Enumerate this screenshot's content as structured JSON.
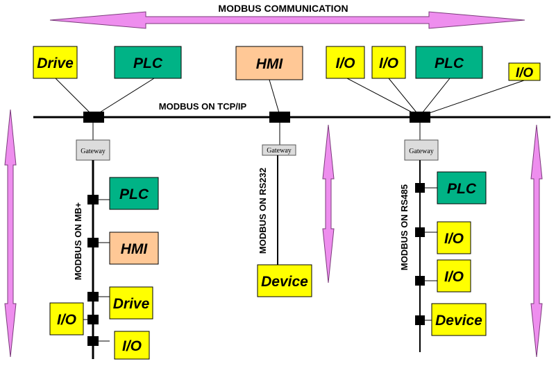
{
  "title": "MODBUS COMMUNICATION",
  "colors": {
    "device_yellow": "#FFFF00",
    "plc_green": "#00B386",
    "hmi_peach": "#FFC896",
    "arrow_pink": "#EE8EEE",
    "arrow_stroke": "#7A3A7A",
    "gateway_gray": "#DCDCDC",
    "line": "#000000"
  },
  "bus_labels": {
    "tcpip": "MODBUS ON TCP/IP",
    "mbplus": "MODBUS ON MB+",
    "rs232": "MODBUS ON RS232",
    "rs485": "MODBUS ON RS485"
  },
  "gateways": {
    "left": "Gateway",
    "middle": "Gateway",
    "right": "Gateway"
  },
  "top_devices": {
    "drive": "Drive",
    "plc_left": "PLC",
    "hmi": "HMI",
    "io_1": "I/O",
    "io_2": "I/O",
    "plc_right": "PLC",
    "io_3": "I/O"
  },
  "mbplus_devices": {
    "plc": "PLC",
    "hmi": "HMI",
    "drive": "Drive",
    "io_left": "I/O",
    "io_bottom": "I/O"
  },
  "rs232_devices": {
    "device": "Device"
  },
  "rs485_devices": {
    "plc": "PLC",
    "io_1": "I/O",
    "io_2": "I/O",
    "device": "Device"
  }
}
